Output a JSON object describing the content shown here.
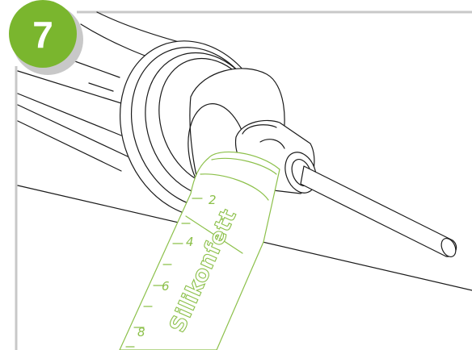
{
  "step": {
    "number": "7",
    "badge_color": "#7ab62e",
    "badge_shadow_color": "#c8c8c8"
  },
  "tube": {
    "label": "Silikonfett",
    "scale_marks": [
      "2",
      "4",
      "6",
      "8"
    ],
    "line_color": "#8cc04a"
  },
  "illustration": {
    "line_color": "#1a1a1a",
    "frame_color": "#c8c8c8"
  }
}
